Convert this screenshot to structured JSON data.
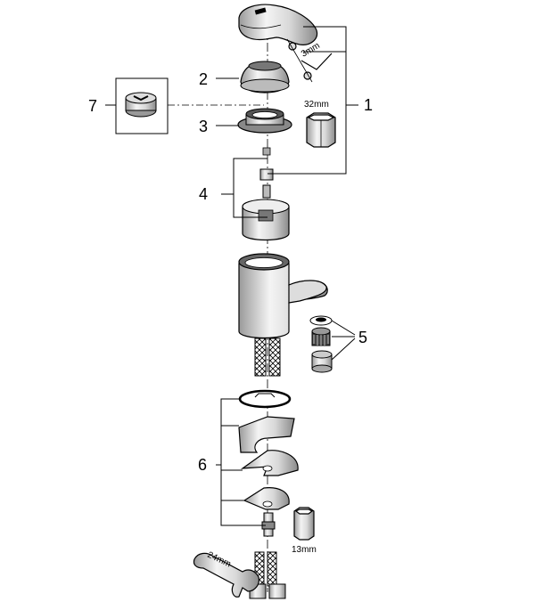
{
  "callouts": [
    {
      "id": "1",
      "label": "1"
    },
    {
      "id": "2",
      "label": "2"
    },
    {
      "id": "3",
      "label": "3"
    },
    {
      "id": "4",
      "label": "4"
    },
    {
      "id": "5",
      "label": "5"
    },
    {
      "id": "6",
      "label": "6"
    },
    {
      "id": "7",
      "label": "7"
    }
  ],
  "dimensions": {
    "hex_key": "3mm",
    "socket_large": "32mm",
    "socket_small": "13mm",
    "wrench": "24mm"
  },
  "icons": [
    "lever-handle-icon",
    "cap-ring-icon",
    "nut-ring-icon",
    "cartridge-icon",
    "faucet-body-icon",
    "aerator-icon",
    "hose-icon",
    "clamp-plate-icon",
    "hex-socket-icon",
    "wrench-icon",
    "allen-key-icon"
  ]
}
